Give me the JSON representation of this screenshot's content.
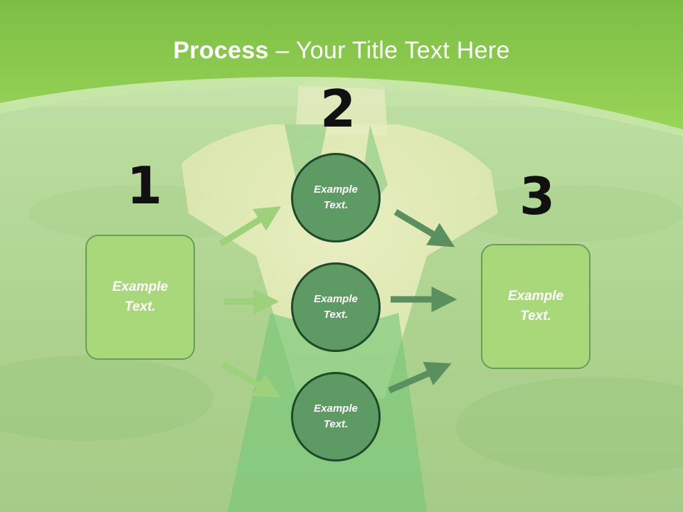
{
  "slide": {
    "title_bold": "Process",
    "title_rest": " – Your Title Text Here"
  },
  "steps": {
    "left": {
      "number": "1",
      "text": "Example\nText."
    },
    "middle": [
      {
        "number": "2",
        "text": "Example\nText."
      },
      {
        "text": "Example\nText."
      },
      {
        "text": "Example\nText."
      }
    ],
    "right": {
      "number": "3",
      "text": "Example\nText."
    }
  },
  "colors": {
    "header_green": "#8ccc4c",
    "box_fill": "#a8d87a",
    "circle_fill": "#5e9a64",
    "arrow_light": "#9ed27a",
    "arrow_dark": "#5a8f5e"
  }
}
